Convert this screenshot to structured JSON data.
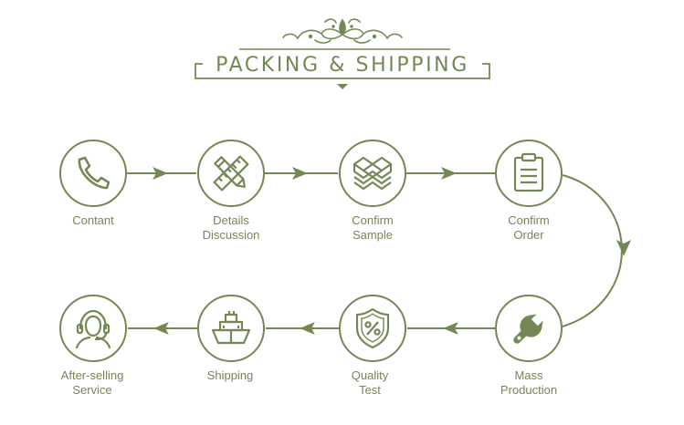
{
  "title": "PACKING & SHIPPING",
  "colors": {
    "accent": "#748855",
    "background": "#ffffff"
  },
  "steps": [
    {
      "icon": "phone-icon",
      "lines": [
        "Contant"
      ]
    },
    {
      "icon": "ruler-pencil-icon",
      "lines": [
        "Details",
        "Discussion"
      ]
    },
    {
      "icon": "boxes-icon",
      "lines": [
        "Confirm",
        "Sample"
      ]
    },
    {
      "icon": "clipboard-icon",
      "lines": [
        "Confirm",
        "Order"
      ]
    },
    {
      "icon": "wrench-icon",
      "lines": [
        "Mass",
        "Production"
      ]
    },
    {
      "icon": "shield-percent-icon",
      "lines": [
        "Quality",
        "Test"
      ]
    },
    {
      "icon": "ship-icon",
      "lines": [
        "Shipping"
      ]
    },
    {
      "icon": "headset-icon",
      "lines": [
        "After-selling",
        "Service"
      ]
    }
  ]
}
